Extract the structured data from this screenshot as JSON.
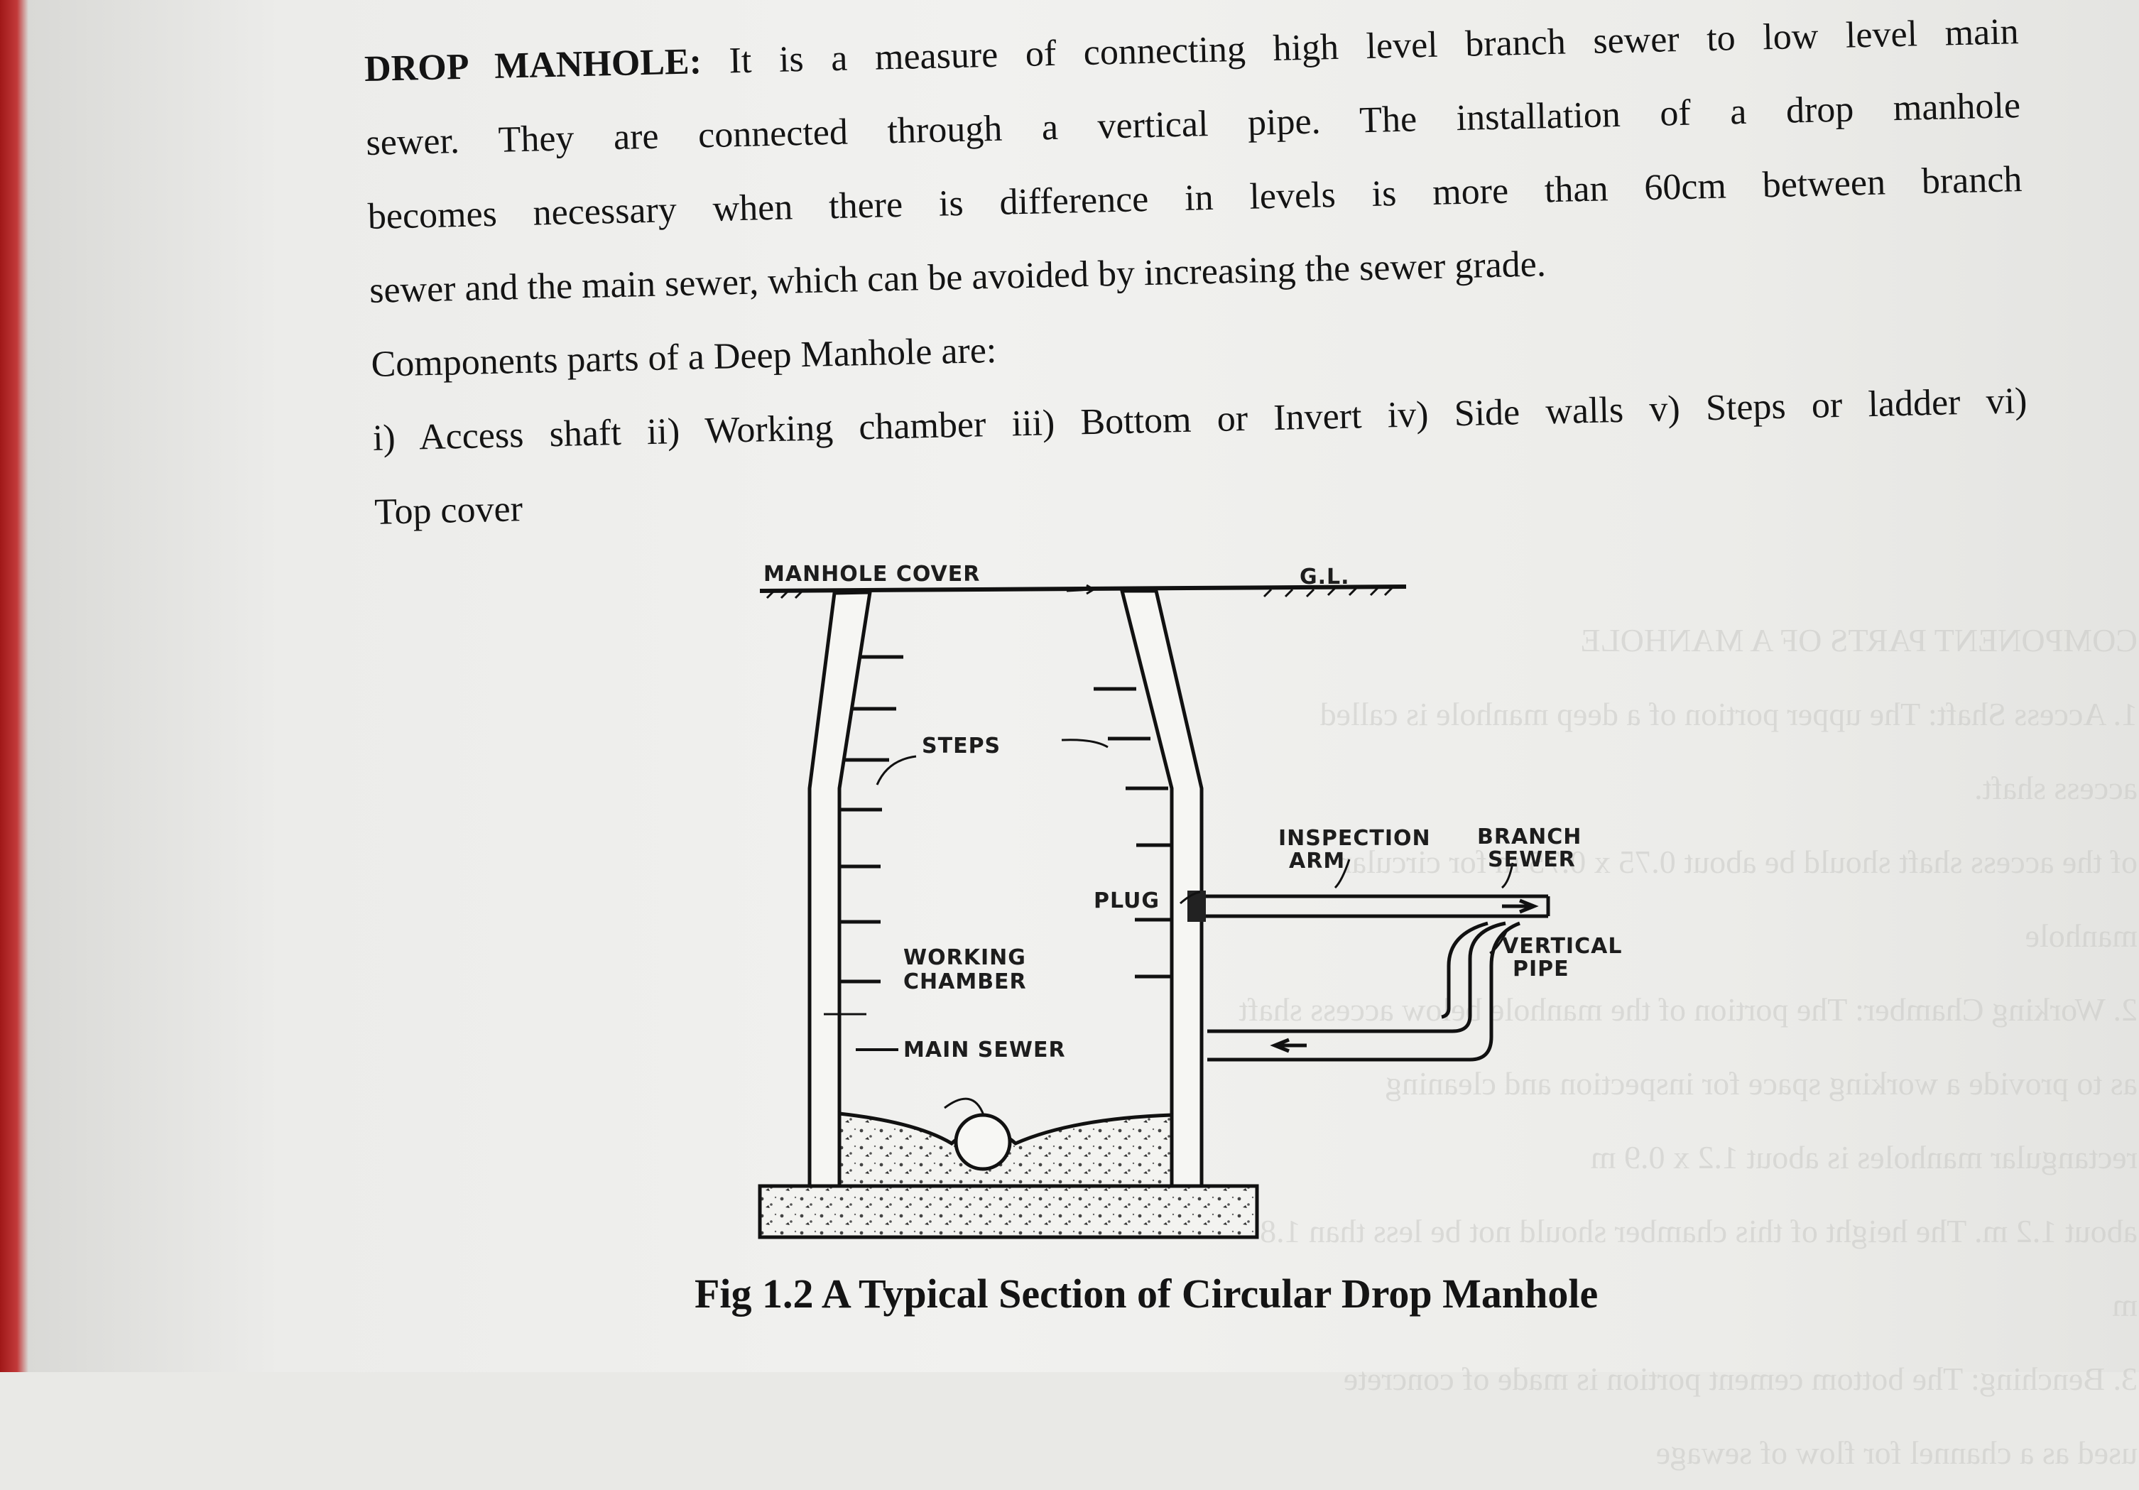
{
  "heading": "DROP MANHOLE:",
  "paragraph_lines": [
    " It is a measure of connecting high level branch sewer to low level main",
    "sewer. They are connected through a vertical pipe. The installation of a drop manhole",
    "becomes necessary when there is difference in levels is more than 60cm between branch",
    "sewer and the main sewer, which can be avoided by increasing the sewer grade."
  ],
  "components_heading": "Components parts of a Deep Manhole are:",
  "components_lines": [
    "i) Access shaft ii) Working chamber iii) Bottom or Invert iv) Side walls v) Steps or ladder vi)",
    "Top cover"
  ],
  "figure": {
    "labels": {
      "manhole_cover": "MANHOLE  COVER",
      "gl": "G.L.",
      "steps": "STEPS",
      "inspection_arm_1": "INSPECTION",
      "inspection_arm_2": "ARM",
      "branch_sewer_1": "BRANCH",
      "branch_sewer_2": "SEWER",
      "plug": "PLUG",
      "vertical_pipe_1": "VERTICAL",
      "vertical_pipe_2": "PIPE",
      "working_chamber_1": "WORKING",
      "working_chamber_2": "CHAMBER",
      "main_sewer": "MAIN  SEWER"
    },
    "caption": "Fig 1.2 A Typical Section of Circular Drop Manhole"
  },
  "colors": {
    "paper": "#f1f1ef",
    "ink": "#141414",
    "edge_red": "#b02020"
  }
}
